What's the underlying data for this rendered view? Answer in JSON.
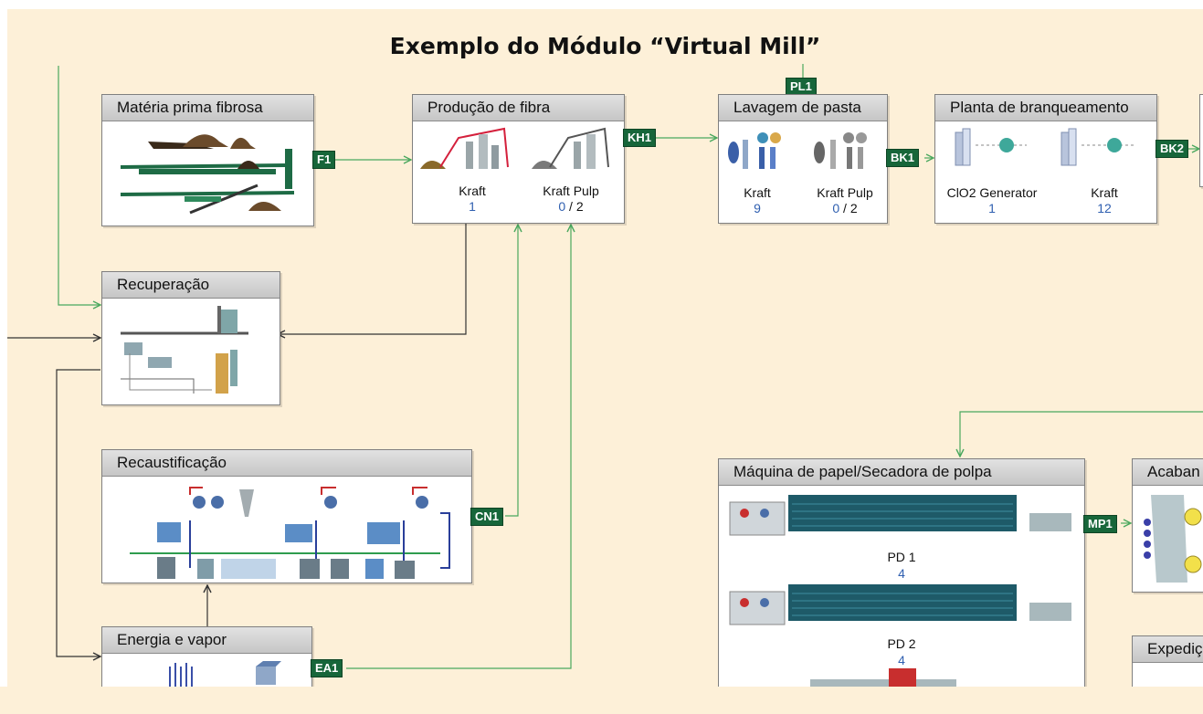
{
  "title": "Exemplo do Módulo “Virtual Mill”",
  "colors": {
    "background": "#fdf0d8",
    "port": "#17663a",
    "count": "#2f5fb0",
    "link_green": "#4aa85e",
    "link_dark": "#333333"
  },
  "modules": {
    "materia": {
      "title": "Matéria prima fibrosa"
    },
    "producao": {
      "title": "Produção de fibra",
      "items": [
        {
          "label": "Kraft",
          "count": "1"
        },
        {
          "label": "Kraft Pulp",
          "count": "0",
          "total": "2"
        }
      ]
    },
    "lavagem": {
      "title": "Lavagem de pasta",
      "items": [
        {
          "label": "Kraft",
          "count": "9"
        },
        {
          "label": "Kraft Pulp",
          "count": "0",
          "total": "2"
        }
      ]
    },
    "branqueamento": {
      "title": "Planta de branqueamento",
      "items": [
        {
          "label": "ClO2 Generator",
          "count": "1"
        },
        {
          "label": "Kraft",
          "count": "12"
        }
      ]
    },
    "recuperacao": {
      "title": "Recuperação"
    },
    "recaustificacao": {
      "title": "Recaustificação"
    },
    "energia": {
      "title": "Energia e vapor"
    },
    "maquina": {
      "title": "Máquina de papel/Secadora de polpa",
      "items": [
        {
          "label": "PD 1",
          "count": "4"
        },
        {
          "label": "PD 2",
          "count": "4"
        }
      ]
    },
    "acabamento": {
      "title": "Acaban"
    },
    "expedicao": {
      "title": "Expediç"
    }
  },
  "ports": {
    "f1": "F1",
    "kh1": "KH1",
    "pl1": "PL1",
    "bk1": "BK1",
    "bk2": "BK2",
    "cn1": "CN1",
    "ea1": "EA1",
    "mp1": "MP1"
  },
  "icons": [
    "woodyard-art",
    "fiberline-art",
    "washer-art",
    "bleach-art",
    "recovery-boiler-art",
    "recausticizing-art",
    "boiler-art",
    "paper-machine-art",
    "finishing-roll-art"
  ]
}
